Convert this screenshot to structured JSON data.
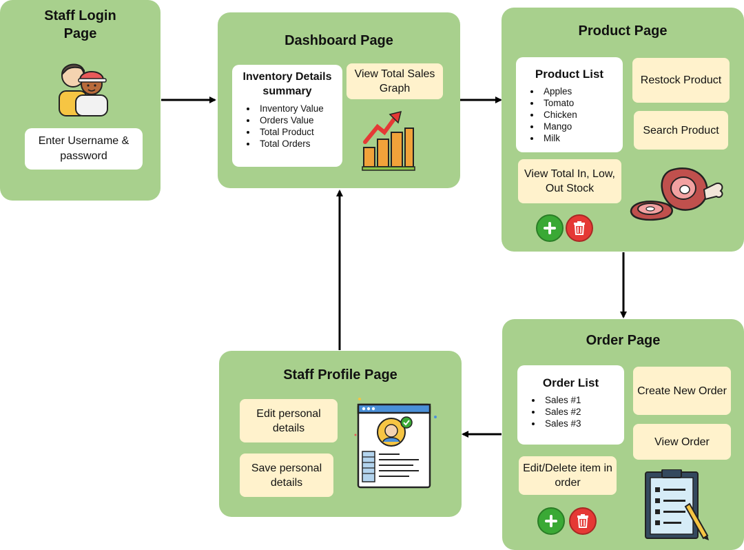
{
  "login": {
    "title_line1": "Staff Login",
    "title_line2": "Page",
    "input_label": "Enter Username & password"
  },
  "dashboard": {
    "title": "Dashboard Page",
    "summary_title_line1": "Inventory Details",
    "summary_title_line2": "summary",
    "summary_items": [
      "Inventory Value",
      "Orders Value",
      "Total Product",
      "Total Orders"
    ],
    "sales_graph_label": "View Total Sales Graph"
  },
  "product": {
    "title": "Product Page",
    "list_title": "Product List",
    "items": [
      "Apples",
      "Tomato",
      "Chicken",
      "Mango",
      "Milk"
    ],
    "restock_label": "Restock Product",
    "search_label": "Search Product",
    "stock_label": "View Total In, Low, Out Stock"
  },
  "order": {
    "title": "Order Page",
    "list_title": "Order List",
    "items": [
      "Sales #1",
      "Sales #2",
      "Sales #3"
    ],
    "create_label": "Create New Order",
    "view_label": "View Order",
    "edit_label": "Edit/Delete item in order"
  },
  "profile": {
    "title": "Staff Profile Page",
    "edit_label": "Edit personal details",
    "save_label": "Save personal details"
  },
  "colors": {
    "page_bg": "#a8d08d",
    "cream": "#fff2cc",
    "add_green": "#3aa935",
    "delete_red": "#e53935"
  }
}
